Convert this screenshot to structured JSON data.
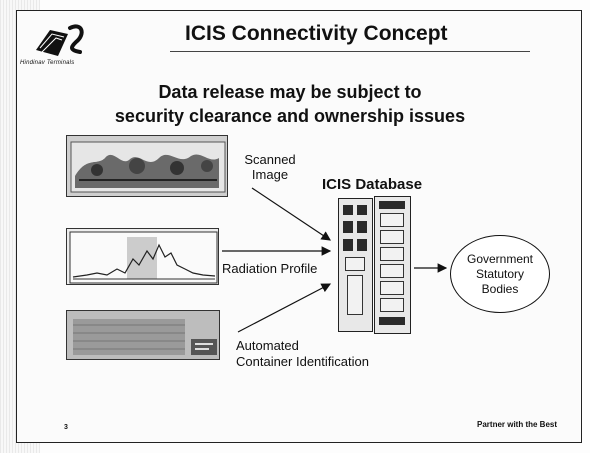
{
  "slide": {
    "logo_caption": "Hindinav Terminals",
    "title": "ICIS Connectivity Concept",
    "headline_line1": "Data release may be subject to",
    "headline_line2": "security clearance and ownership issues",
    "page_number": "3",
    "footer_tagline": "Partner with the Best"
  },
  "diagram": {
    "inputs": [
      {
        "label_line1": "Scanned",
        "label_line2": "Image"
      },
      {
        "label_line1": "Radiation Profile"
      },
      {
        "label_line1": "Automated",
        "label_line2": "Container Identification"
      }
    ],
    "database_label": "ICIS Database",
    "target_line1": "Government",
    "target_line2": "Statutory",
    "target_line3": "Bodies"
  }
}
